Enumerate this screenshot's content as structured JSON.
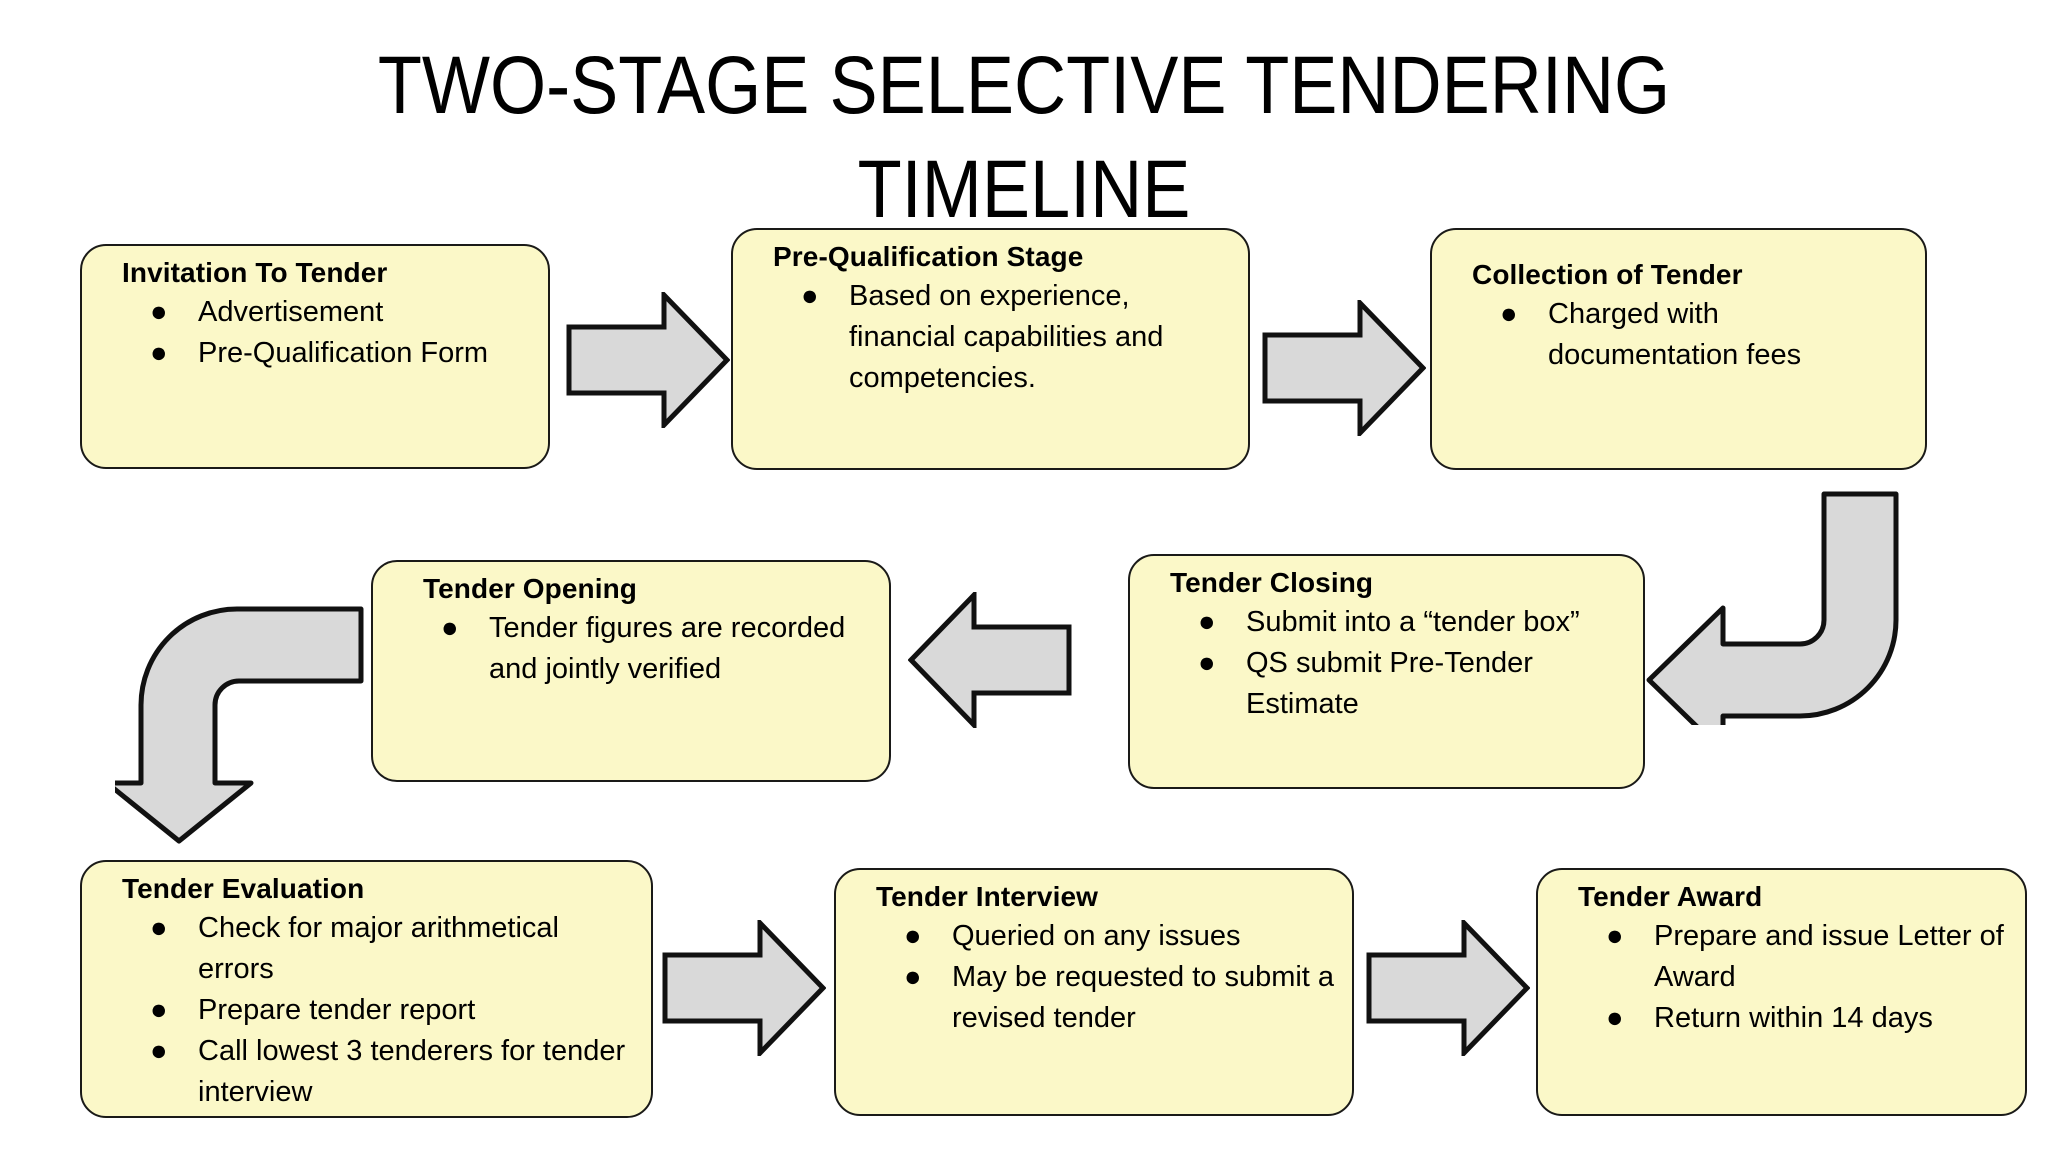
{
  "title": "TWO-STAGE SELECTIVE TENDERING\nTIMELINE",
  "colors": {
    "node_fill": "#FBF8C8",
    "node_border": "#1A1A18",
    "arrow_fill": "#D9D9D9",
    "arrow_border": "#111111",
    "background": "#FFFFFF",
    "text": "#000000"
  },
  "nodes": [
    {
      "id": "invitation-to-tender",
      "title": "Invitation To Tender",
      "bullets": [
        "Advertisement",
        "Pre-Qualification Form"
      ]
    },
    {
      "id": "pre-qualification-stage",
      "title": "Pre-Qualification Stage",
      "bullets": [
        "Based on experience, financial capabilities and competencies."
      ]
    },
    {
      "id": "collection-of-tender",
      "title": "Collection of Tender",
      "bullets": [
        "Charged with documentation fees"
      ]
    },
    {
      "id": "tender-closing",
      "title": "Tender Closing",
      "bullets": [
        "Submit into a “tender box”",
        "QS submit Pre-Tender Estimate"
      ]
    },
    {
      "id": "tender-opening",
      "title": "Tender Opening",
      "bullets": [
        "Tender figures are recorded and jointly verified"
      ]
    },
    {
      "id": "tender-evaluation",
      "title": "Tender Evaluation",
      "bullets": [
        "Check for major arithmetical errors",
        "Prepare tender report",
        "Call lowest 3 tenderers for tender interview"
      ]
    },
    {
      "id": "tender-interview",
      "title": "Tender Interview",
      "bullets": [
        "Queried on any issues",
        "May be requested to submit a revised tender"
      ]
    },
    {
      "id": "tender-award",
      "title": "Tender Award",
      "bullets": [
        "Prepare and issue Letter of Award",
        "Return within 14 days"
      ]
    }
  ],
  "connectors": [
    {
      "id": "arrow-invitation-to-prequalification",
      "kind": "block-arrow",
      "direction": "right"
    },
    {
      "id": "arrow-prequalification-to-collection",
      "kind": "block-arrow",
      "direction": "right"
    },
    {
      "id": "arrow-collection-to-closing",
      "kind": "bend-arrow",
      "direction": "down-then-left"
    },
    {
      "id": "arrow-closing-to-opening",
      "kind": "block-arrow",
      "direction": "left"
    },
    {
      "id": "arrow-opening-to-evaluation",
      "kind": "bend-arrow",
      "direction": "left-then-down"
    },
    {
      "id": "arrow-evaluation-to-interview",
      "kind": "block-arrow",
      "direction": "right"
    },
    {
      "id": "arrow-interview-to-award",
      "kind": "block-arrow",
      "direction": "right"
    }
  ]
}
